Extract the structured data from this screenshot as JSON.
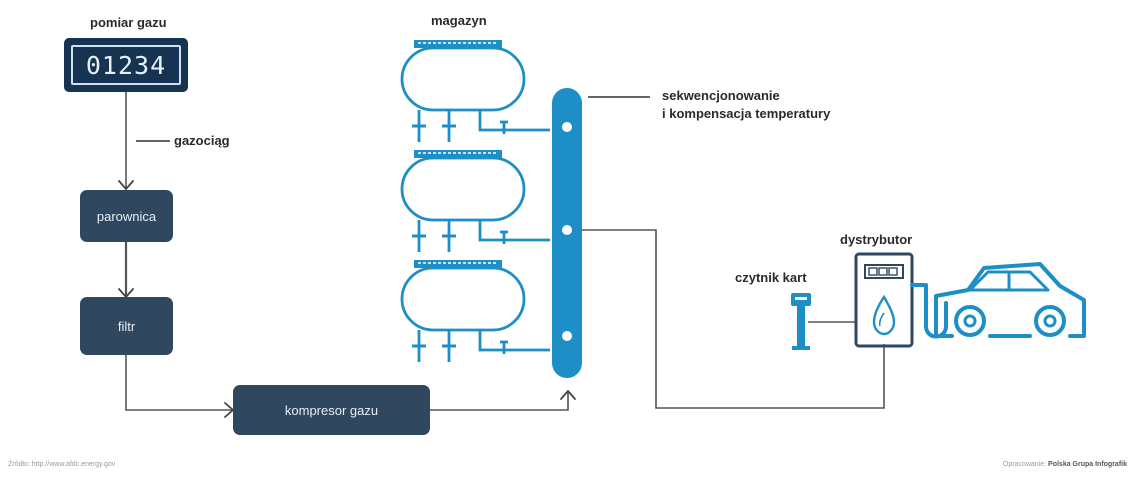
{
  "labels": {
    "gas_meter_title": "pomiar gazu",
    "meter_reading": "01234",
    "pipeline": "gazociąg",
    "storage": "magazyn",
    "sequencing_line1": "sekwencjonowanie",
    "sequencing_line2": "i kompensacja temperatury",
    "dispenser": "dystrybutor",
    "card_reader": "czytnik kart"
  },
  "boxes": {
    "vaporizer": "parownica",
    "filter": "filtr",
    "compressor": "kompresor gazu"
  },
  "footer": {
    "source": "Źródło: http://www.afdc.energy.gov",
    "credit_prefix": "Opracowanie: ",
    "credit_name": "Polska Grupa Infografik"
  },
  "colors": {
    "accent_blue": "#1e8fc6",
    "box_dark": "#2f4860",
    "line_gray": "#5a5a5a"
  },
  "icons": [
    "storage-tank-icon",
    "manifold-icon",
    "card-reader-icon",
    "dispenser-icon",
    "car-icon",
    "flame-icon"
  ]
}
